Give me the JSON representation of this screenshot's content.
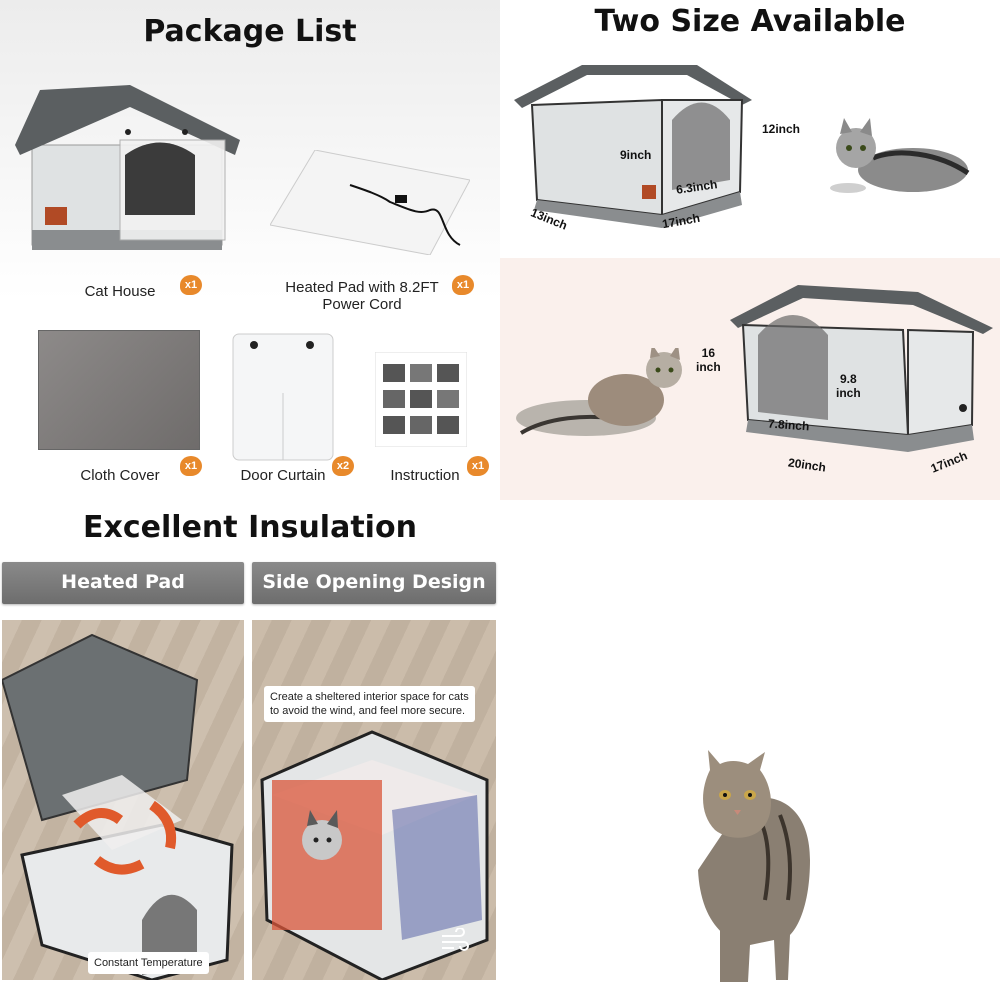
{
  "package": {
    "title": "Package List",
    "items": [
      {
        "label": "Cat House",
        "qty": "x1"
      },
      {
        "label": "Heated Pad with 8.2FT\nPower Cord",
        "qty": "x1"
      },
      {
        "label": "Cloth Cover",
        "qty": "x1"
      },
      {
        "label": "Door Curtain",
        "qty": "x2"
      },
      {
        "label": "Instruction",
        "qty": "x1"
      }
    ]
  },
  "sizes": {
    "title": "Two Size Available",
    "small": {
      "height": "12inch",
      "door_height": "9inch",
      "door_width": "6.3inch",
      "depth": "13inch",
      "width": "17inch"
    },
    "large": {
      "height": "16\ninch",
      "door_height": "9.8\ninch",
      "door_width": "7.8inch",
      "width": "20inch",
      "depth": "17inch"
    }
  },
  "insulation": {
    "title": "Excellent Insulation",
    "tabs": [
      "Heated Pad",
      "Side Opening Design"
    ],
    "caption_left": "Constant Temperature",
    "caption_right": "Create a sheltered interior space for cats\nto avoid the wind, and feel more secure."
  },
  "colors": {
    "roof": "#5b5f61",
    "wall": "#e3e5e6",
    "base": "#8b8e90",
    "badge": "#e8892b",
    "tab": "#7a7a7a"
  }
}
